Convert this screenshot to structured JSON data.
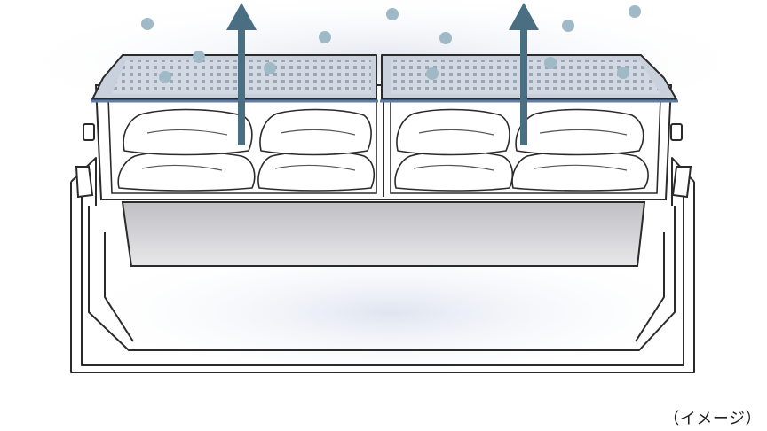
{
  "caption": "（イメージ）",
  "colors": {
    "outline": "#2b2b2b",
    "lid": "#c9d2dc",
    "lid_holes": "#9aa6b3",
    "lid_rim": "#5d7ea8",
    "arrow": "#4a6f82",
    "mist_dots": "#9fb9c6",
    "haze": "#e6eaf2",
    "drawer_shadow": "#d8d8dc"
  },
  "icons": [
    "mist-dot",
    "upward-arrow"
  ]
}
